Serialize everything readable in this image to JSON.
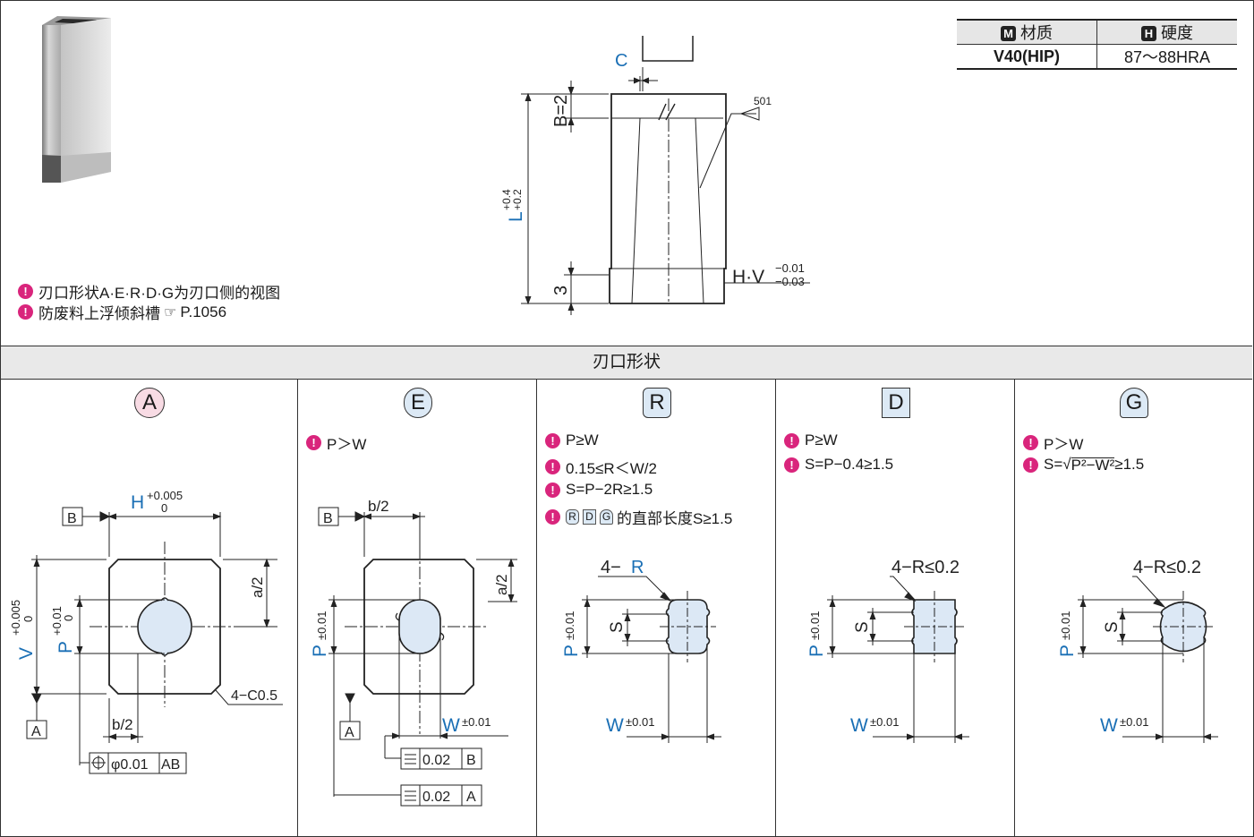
{
  "material_table": {
    "material_mark": "M",
    "material_header": "材质",
    "hardness_mark": "H",
    "hardness_header": "硬度",
    "material_value": "V40(HIP)",
    "hardness_value": "87～88HRA"
  },
  "notes": {
    "note1": "刃口形状A·E·R·D·G为刃口侧的视图",
    "note2_text": "防废料上浮倾斜槽",
    "note2_ref": "P.1056"
  },
  "main_drawing": {
    "label_c": "C",
    "label_b": "B=2",
    "label_l": "L",
    "tol_l_upper": "+0.4",
    "tol_l_lower": "+0.2",
    "label_3": "3",
    "label_hv": "H·V",
    "tol_hv_upper": "−0.01",
    "tol_hv_lower": "−0.03",
    "surface_code": "501"
  },
  "section_title": "刃口形状",
  "shapes": {
    "A": {
      "letter": "A",
      "label_h": "H",
      "tol_h_upper": "+0.005",
      "tol_h_lower": "0",
      "label_v": "V",
      "tol_v_upper": "+0.005",
      "tol_v_lower": "0",
      "label_p": "P",
      "tol_p_upper": "+0.01",
      "tol_p_lower": "0",
      "label_a2": "a/2",
      "label_b2": "b/2",
      "label_chamfer": "4−C0.5",
      "datum_b": "B",
      "datum_a": "A",
      "tol_frame_value": "φ0.01",
      "tol_frame_ref": "AB"
    },
    "E": {
      "letter": "E",
      "cond1": "P＞W",
      "label_b2": "b/2",
      "label_a2": "a/2",
      "label_p": "P",
      "tol_p": "±0.01",
      "label_w": "W",
      "tol_w": "±0.01",
      "datum_b": "B",
      "datum_a": "A",
      "frame1_value": "0.02",
      "frame1_ref": "B",
      "frame2_value": "0.02",
      "frame2_ref": "A"
    },
    "R": {
      "letter": "R",
      "cond1": "P≥W",
      "cond2": "0.15≤R＜W/2",
      "cond3": "S=P−2R≥1.5",
      "cond4_tag1": "R",
      "cond4_tag2": "D",
      "cond4_tag3": "G",
      "cond4_text": "的直部长度S≥1.5",
      "label_4r_prefix": "4−",
      "label_4r_value": "R",
      "label_p": "P",
      "tol_p": "±0.01",
      "label_s": "S",
      "label_w": "W",
      "tol_w": "±0.01"
    },
    "D": {
      "letter": "D",
      "cond1": "P≥W",
      "cond2": "S=P−0.4≥1.5",
      "label_4r": "4−R≤0.2",
      "label_p": "P",
      "tol_p": "±0.01",
      "label_s": "S",
      "label_w": "W",
      "tol_w": "±0.01"
    },
    "G": {
      "letter": "G",
      "cond1": "P＞W",
      "cond2_prefix": "S=",
      "cond2_root": "√",
      "cond2_radicand": "P²−W²",
      "cond2_suffix": "≥1.5",
      "label_4r": "4−R≤0.2",
      "label_p": "P",
      "tol_p": "±0.01",
      "label_s": "S",
      "label_w": "W",
      "tol_w": "±0.01"
    }
  },
  "colors": {
    "accent_blue": "#1a6fb5",
    "note_magenta": "#d9257c",
    "fill_blue": "#dce8f5",
    "shape_a_head": "#f8dbe4",
    "shape_other_head": "#dce9f5"
  }
}
